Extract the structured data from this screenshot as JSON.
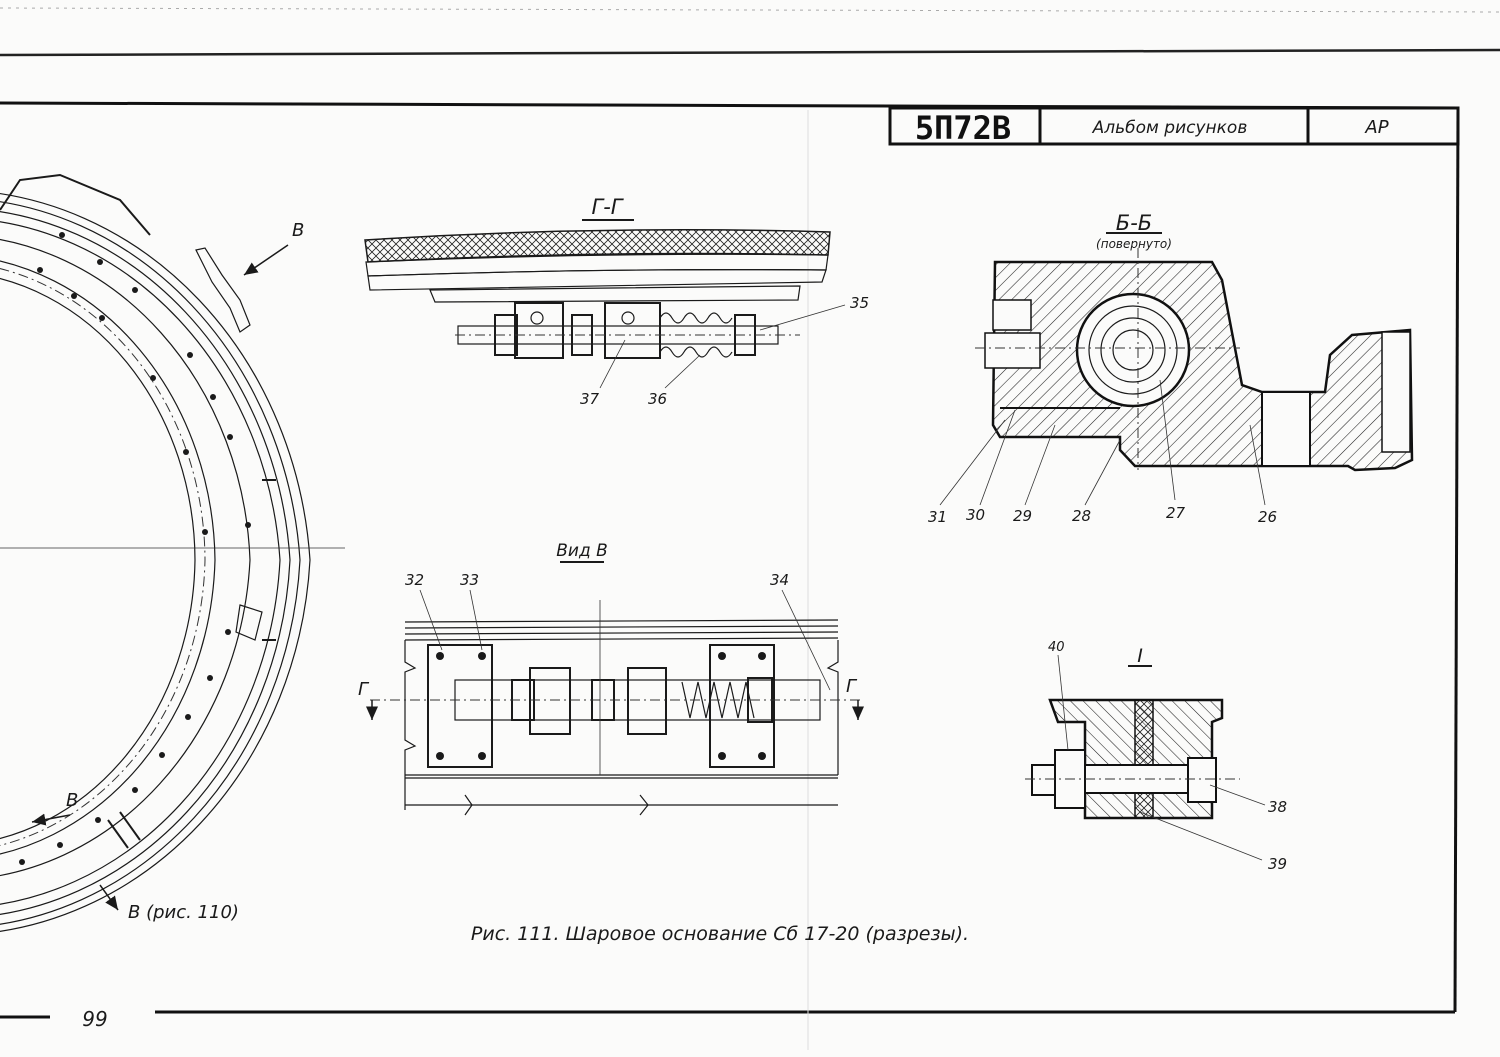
{
  "stamp": {
    "code": "5П72В",
    "album": "Альбом рисунков",
    "sheet_mark": "АР"
  },
  "sections": {
    "g_g": "Г-Г",
    "b_b": "Б-Б",
    "b_b_note": "(повернуто)",
    "view_v": "Вид В",
    "detail_one": "I"
  },
  "ring": {
    "arrow_v_top": "В",
    "arrow_v_bottom": "В",
    "ref_note": "В (рис. 110)"
  },
  "view_markers": {
    "left_g": "Г",
    "right_g": "Г"
  },
  "callouts": {
    "c26": "26",
    "c27": "27",
    "c28": "28",
    "c29": "29",
    "c30": "30",
    "c31": "31",
    "c32": "32",
    "c33": "33",
    "c34": "34",
    "c35": "35",
    "c36": "36",
    "c37": "37",
    "c38": "38",
    "c39": "39",
    "c40": "40"
  },
  "caption": "Рис. 111. Шаровое основание Сб 17-20 (разрезы).",
  "page_number": "99"
}
